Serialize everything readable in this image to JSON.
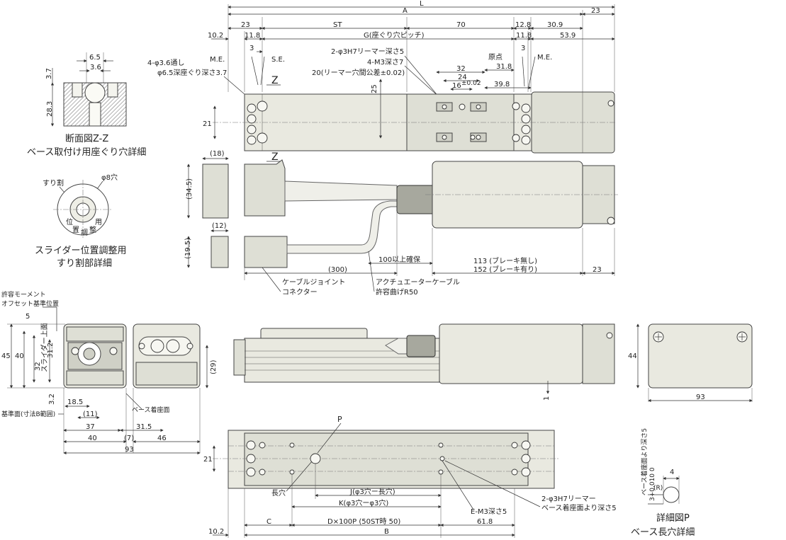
{
  "top_view": {
    "dims": {
      "L": "L",
      "A": "A",
      "d23a": "23",
      "d23b": "23",
      "ST": "ST",
      "d70": "70",
      "d12_8": "12.8",
      "d30_9": "30.9",
      "d10_2": "10.2",
      "G": "G(座ぐり穴ピッチ)",
      "d11_8a": "11.8",
      "d11_8b": "11.8",
      "d53_9": "53.9",
      "d3a": "3",
      "d3b": "3",
      "d32": "32",
      "d24": "24",
      "d16": "16",
      "d16_tol": "±0.02",
      "d31_8": "31.8",
      "d39_8": "39.8",
      "d25": "25",
      "d21": "21"
    },
    "labels": {
      "me_left": "M.E.",
      "se": "S.E.",
      "genten": "原点",
      "me_right": "M.E.",
      "z_top": "Z",
      "z_bottom": "Z",
      "holes_a": "4-φ3.6通し",
      "holes_b": "φ6.5深座ぐり深さ3.7",
      "reamer": "2-φ3H7リーマー深さ5",
      "m3": "4-M3深さ7",
      "reamer_tol": "20(リーマー穴間公差±0.02)"
    }
  },
  "section_zz": {
    "d6_5": "6.5",
    "d3_6": "3.6",
    "d3_7": "3.7",
    "d28_3": "28.3",
    "caption1": "断面図Z-Z",
    "caption2": "ベース取付け用座ぐり穴詳細"
  },
  "slider_detail": {
    "suriwari": "すり割",
    "hole": "φ8穴",
    "c1": "位",
    "c2": "置",
    "c3": "調",
    "c4": "整",
    "c5": "用",
    "caption1": "スライダー位置調整用",
    "caption2": "すり割部詳細"
  },
  "cable": {
    "d18": "(18)",
    "d34_5": "(34.5)",
    "d12": "(12)",
    "d19_5": "(19.5)",
    "d300": "(300)",
    "d100": "100以上確保",
    "d113": "113 (ブレーキ無し)",
    "d152": "152 (ブレーキ有り)",
    "d23": "23",
    "joint1": "ケーブルジョイント",
    "joint2": "コネクター",
    "act1": "アクチュエーターケーブル",
    "act2": "許容曲げR50"
  },
  "end_view": {
    "moment1": "許容モーメント",
    "moment2": "オフセット基準位置",
    "d5": "5",
    "d45": "45",
    "d40": "40",
    "d32": "32",
    "d31_2": "31.2",
    "slider_top": "スライダー上面",
    "d3_2": "3.2",
    "d18_5": "18.5",
    "d11": "(11)",
    "base_mount": "ベース着座面",
    "ref_face": "基準面(寸法B範囲)",
    "d37": "37",
    "d31_5": "31.5",
    "d40b": "40",
    "d7": "(7)",
    "d46": "46",
    "d93": "93",
    "d29": "(29)"
  },
  "side_view": {
    "d1": "1"
  },
  "end_right": {
    "d44": "44",
    "d93": "93"
  },
  "bottom_view": {
    "P": "P",
    "d21": "21",
    "long_hole": "長穴",
    "J": "J(φ3穴ー長穴)",
    "K": "K(φ3穴ーφ3穴)",
    "C": "C",
    "D": "D×100P (50ST時 50)",
    "d61_8": "61.8",
    "B": "B",
    "d10_2": "10.2",
    "em3": "E-M3深さ5",
    "ream1": "2-φ3H7リーマー",
    "ream2": "ベース着座面より深さ5"
  },
  "detail_p": {
    "tol": "3+0.010 0",
    "depth": "ベース着座面より深さ5",
    "d4": "4",
    "R": "(R)",
    "caption1": "詳細図P",
    "caption2": "ベース長穴詳細"
  }
}
